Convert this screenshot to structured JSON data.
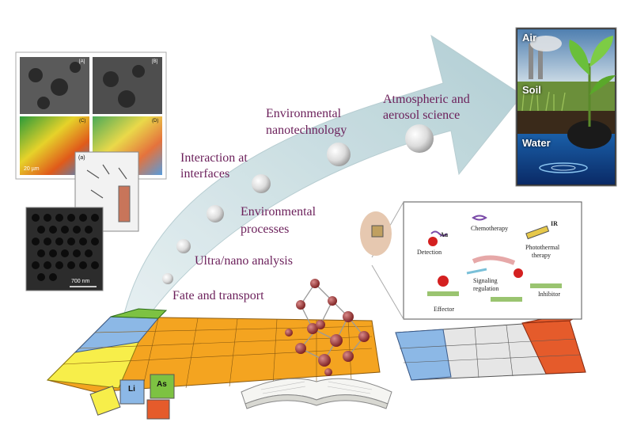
{
  "stages": [
    {
      "id": "fate",
      "label": "Fate and transport"
    },
    {
      "id": "ultra",
      "label": "Ultra/nano analysis"
    },
    {
      "id": "processes",
      "label": "Environmental processes"
    },
    {
      "id": "interfaces",
      "label": "Interaction at interfaces"
    },
    {
      "id": "nanotech",
      "label": "Environmental nanotechnology"
    },
    {
      "id": "atmos",
      "label": "Atmospheric and aerosol science"
    }
  ],
  "labels": {
    "fate": "Fate and transport",
    "ultra": "Ultra/nano analysis",
    "processes_1": "Environmental",
    "processes_2": "processes",
    "interfaces_1": "Interaction  at",
    "interfaces_2": "interfaces",
    "nanotech_1": "Environmental",
    "nanotech_2": "nanotechnology",
    "atmos_1": "Atmospheric and",
    "atmos_2": "aerosol science"
  },
  "environment_panels": {
    "air": "Air",
    "soil": "Soil",
    "water": "Water"
  },
  "micrograph": {
    "panel_a": "[A]",
    "panel_b": "[B]",
    "panel_c": "(C)",
    "panel_d": "(D)",
    "scale": "20 µm",
    "inset": "(a)",
    "scale2": "700 nm"
  },
  "bio_panel": {
    "au": "Au",
    "chemo": "Chemotherapy",
    "ir": "IR",
    "detection": "Detection",
    "photothermal_1": "Photothermal",
    "photothermal_2": "therapy",
    "signaling_1": "Signaling",
    "signaling_2": "regulation",
    "inhibitor": "Inhibitor",
    "effector": "Effector"
  },
  "element_tiles": {
    "li": "Li",
    "as": "As"
  },
  "colors": {
    "label": "#6b1f5a",
    "arrow": "#b9d4d9",
    "orange": "#f4a420",
    "blue": "#8cb8e6",
    "red": "#e55b2b",
    "yellow": "#f7ee4a",
    "green": "#7dc242"
  }
}
